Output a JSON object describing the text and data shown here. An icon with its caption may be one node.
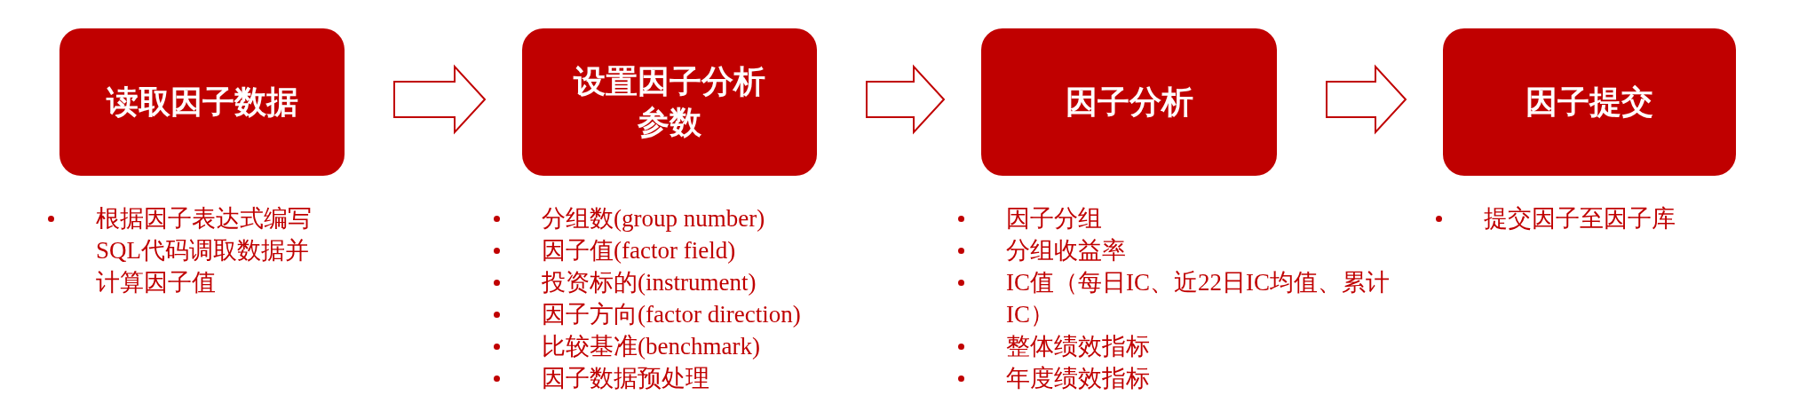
{
  "diagram": {
    "nodes": [
      {
        "text": [
          "读取因子数据"
        ],
        "beside": [
          "根据因子表达式编写SQL代码调取数据并计算因子值"
        ]
      },
      {
        "text": [
          "设置因子分析参数"
        ],
        "beside": [
          "分组数(group number)",
          "因子值(factor field)",
          "投资标的(instrument)",
          "因子方向(factor direction)",
          "比较基准(benchmark)",
          "因子数据预处理"
        ]
      },
      {
        "text": [
          "因子分析"
        ],
        "beside": [
          "因子分组",
          "分组收益率",
          "IC值（每日IC、近22日IC均值、累计IC）",
          "整体绩效指标",
          "年度绩效指标"
        ]
      },
      {
        "text": [
          "因子提交"
        ],
        "beside": [
          "提交因子至因子库"
        ]
      }
    ],
    "edges": [
      {
        "from": 0,
        "to": 1,
        "arrow": "to"
      },
      {
        "from": 1,
        "to": 2,
        "arrow": "to"
      },
      {
        "from": 2,
        "to": 3,
        "arrow": "to"
      }
    ]
  }
}
